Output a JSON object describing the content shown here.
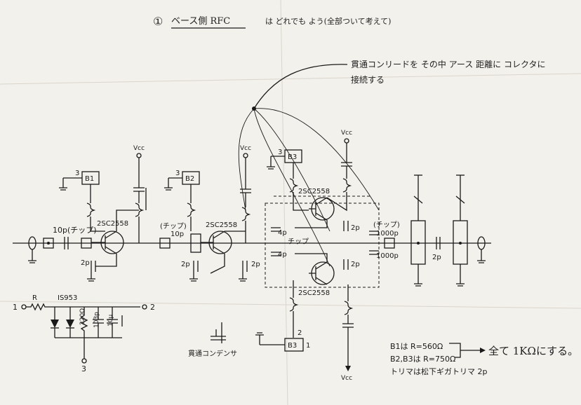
{
  "header": {
    "circle_num": "①",
    "title": "ベース側 RFC",
    "rest": "は どれでも よう(全部ついて考えて)"
  },
  "note_top": {
    "line1": "貫通コンリードを その中 アース 距離に コレクタに",
    "line2": "接続する"
  },
  "supply": {
    "vcc1": "Vcc",
    "vcc2": "Vcc",
    "vcc3": "Vcc",
    "vcc_bottom": "Vcc"
  },
  "blocks": {
    "b1": "B1",
    "b2": "B2",
    "b3_top": "B3",
    "b3_bottom": "B3"
  },
  "pins": {
    "p3a": "3",
    "p3b": "3",
    "p3c": "3",
    "p1a": "1",
    "p2a": "2",
    "p2b": "2",
    "p1b": "1"
  },
  "transistors": {
    "q1": "2SC2558",
    "q2": "2SC2558",
    "q3": "2SC2558",
    "q4": "2SC2558"
  },
  "caps": {
    "c_in": "10p(チップ)",
    "c_chip2": "(チップ)",
    "c_10p": "10p",
    "c_2p_1": "2p",
    "c_2p_2": "2p",
    "c_2p_3": "2p",
    "c_4p_a": "4p",
    "c_4p_b": "4p",
    "c_chip3": "チップ",
    "c_2p_4": "2p",
    "c_2p_5": "2p",
    "c_chip_out": "(チップ)",
    "c_1000p_a": "1000p",
    "c_1000p_b": "1000p",
    "c_2p_out": "2p"
  },
  "bias": {
    "r_label": "R",
    "diode": "IS953",
    "pin1": "1",
    "pin2": "2",
    "pin3": "3",
    "r220": "220Ω",
    "c103": "103p",
    "c10u": "10μ"
  },
  "legend": {
    "feedthrough": "貫通コンデンサ"
  },
  "notes": {
    "line1": "B1は R=560Ω",
    "line2": "B2,B3は R=750Ω",
    "line3": "トリマは松下ギガトリマ 2p",
    "result": "全て 1KΩにする。"
  }
}
